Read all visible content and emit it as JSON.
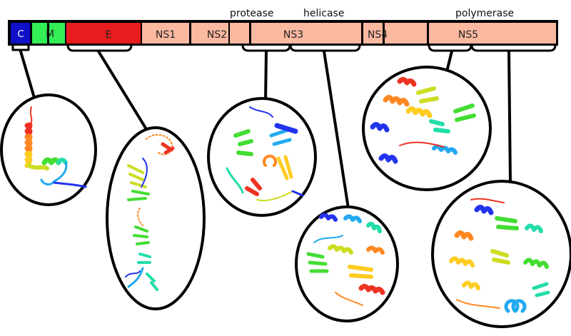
{
  "genome": {
    "segments": [
      {
        "label": "C",
        "color": "#1010c8"
      },
      {
        "label": "M",
        "color": "#33ee55"
      },
      {
        "label": "E",
        "color": "#e81c1c"
      },
      {
        "label": "NS1",
        "color": "#fbb9a0"
      },
      {
        "label": "NS2",
        "color": "#fbb9a0"
      },
      {
        "label": "NS3",
        "color": "#fbb9a0"
      },
      {
        "label": "NS4",
        "color": "#fbb9a0"
      },
      {
        "label": "NS5",
        "color": "#fbb9a0"
      }
    ],
    "domains": [
      {
        "label": "protease"
      },
      {
        "label": "helicase"
      },
      {
        "label": "polymerase"
      }
    ]
  },
  "structures": [
    {
      "id": "C",
      "shape": "ellipse"
    },
    {
      "id": "E",
      "shape": "ellipse"
    },
    {
      "id": "NS3-protease",
      "shape": "circle"
    },
    {
      "id": "NS3-helicase",
      "shape": "circle"
    },
    {
      "id": "NS5-mtase",
      "shape": "circle"
    },
    {
      "id": "NS5-polymerase",
      "shape": "circle"
    }
  ],
  "colors": {
    "outline": "#000000",
    "rainbow": [
      "#2233ee",
      "#22aaee",
      "#22ddaa",
      "#44dd33",
      "#ccdd22",
      "#ffcc22",
      "#ff8822",
      "#ee3322"
    ]
  }
}
